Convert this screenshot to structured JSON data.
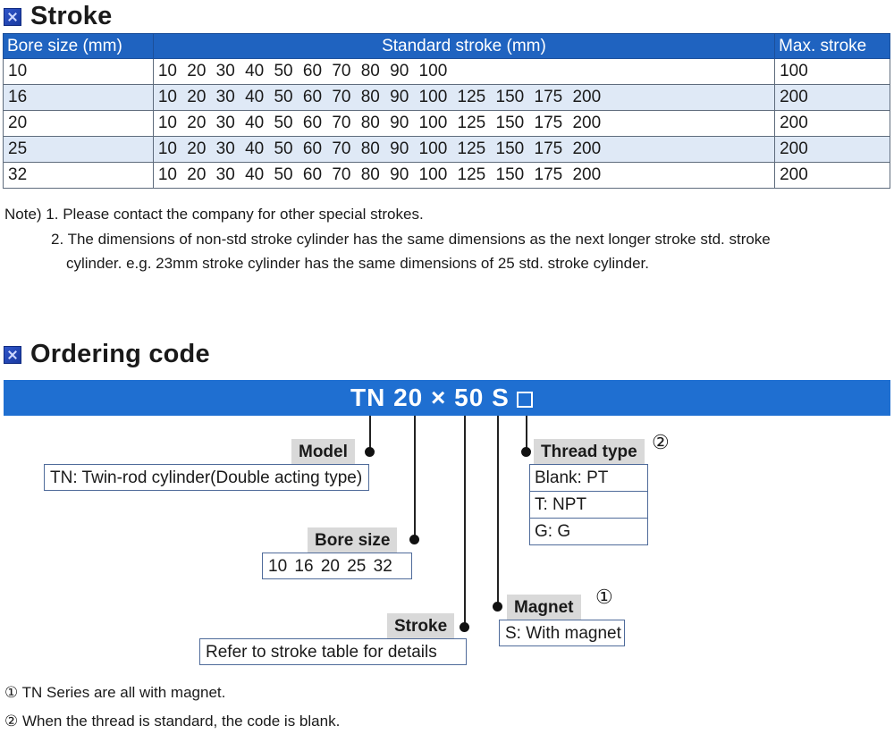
{
  "stroke_section": {
    "title": "Stroke",
    "headers": [
      "Bore size (mm)",
      "Standard stroke  (mm)",
      "Max. stroke"
    ],
    "rows": [
      {
        "bore": "10",
        "strokes": "10 20 30 40 50 60 70 80 90 100",
        "max": "100"
      },
      {
        "bore": "16",
        "strokes": "10 20 30 40 50 60 70 80 90 100 125 150 175 200",
        "max": "200"
      },
      {
        "bore": "20",
        "strokes": "10 20 30 40 50 60 70 80 90 100 125 150 175 200",
        "max": "200"
      },
      {
        "bore": "25",
        "strokes": "10 20 30 40 50 60 70 80 90 100 125 150 175 200",
        "max": "200"
      },
      {
        "bore": "32",
        "strokes": "10 20 30 40 50 60 70 80 90 100 125 150 175 200",
        "max": "200"
      }
    ],
    "notes": [
      "Note) 1. Please contact the company for other special strokes.",
      "2. The dimensions of non-std stroke cylinder has the same dimensions as the next longer stroke std. stroke",
      "cylinder. e.g. 23mm stroke cylinder has the same dimensions of 25 std. stroke cylinder."
    ]
  },
  "ordering_section": {
    "title": "Ordering code",
    "code": "TN 20 × 50 S",
    "model": {
      "label": "Model",
      "value": "TN: Twin-rod cylinder(Double acting type)"
    },
    "bore": {
      "label": "Bore size",
      "value": "10  16  20  25  32"
    },
    "stroke": {
      "label": "Stroke",
      "value": "Refer to stroke table for details"
    },
    "magnet": {
      "label": "Magnet",
      "marker": "①",
      "value": "S: With magnet"
    },
    "thread": {
      "label": "Thread type",
      "marker": "②",
      "options": [
        "Blank: PT",
        "T: NPT",
        "G: G"
      ]
    },
    "footnotes": [
      "① TN Series are all with magnet.",
      "② When the thread is standard, the code is blank."
    ]
  }
}
